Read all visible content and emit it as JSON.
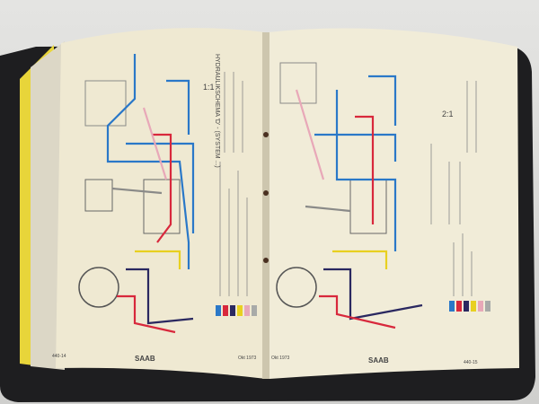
{
  "book": {
    "brand": "SAAB",
    "left_page": {
      "page_number": "440-14",
      "date": "Okt 1973",
      "figure_label": "1:1",
      "legend_title": "HYDRAULIKSCHEMA 'D' - (SYSTEM ...)"
    },
    "right_page": {
      "page_number": "440-15",
      "date": "Okt 1973",
      "figure_label": "2:1"
    }
  },
  "colors": {
    "binder": "#1e1e20",
    "page": "#efe9d2",
    "edge": "#e8d53a",
    "blue": "#2a78c8",
    "red": "#d8283c",
    "navy": "#2a2860",
    "yellow": "#e8d020",
    "pink": "#e8a8b8",
    "gray": "#a8aaa8"
  }
}
